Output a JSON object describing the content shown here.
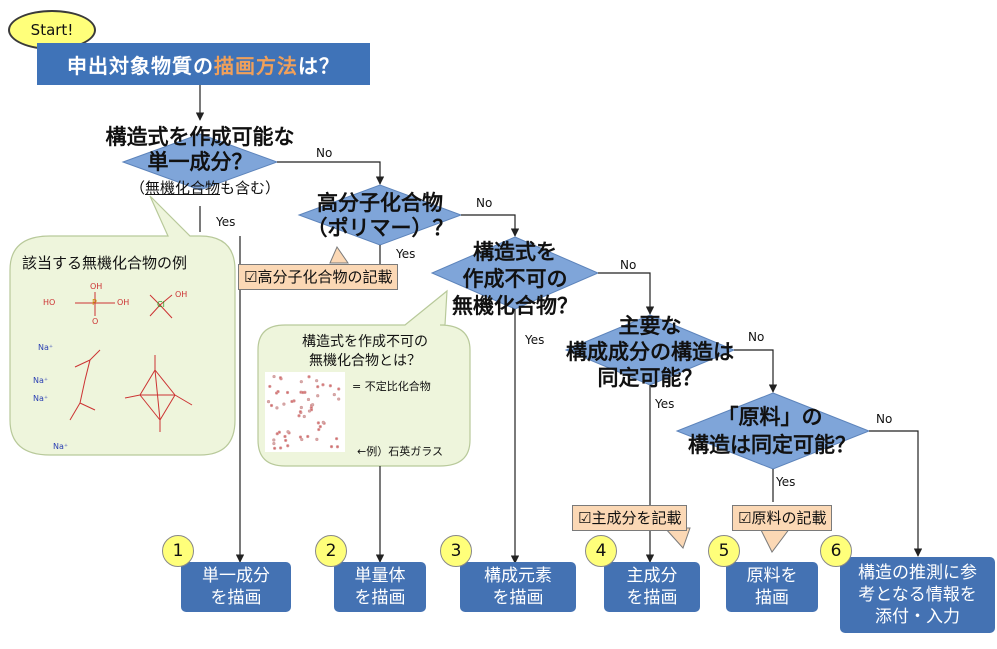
{
  "start_label": "Start!",
  "title": {
    "prefix": "申出対象物質の",
    "highlight": "描画方法",
    "suffix": "は？"
  },
  "q1": {
    "line1": "構造式を作成可能な",
    "line2": "単一成分？",
    "sub_open": "（",
    "sub_ul": "無機化合物",
    "sub_rest": "も含む）"
  },
  "q2": {
    "line1": "高分子化合物",
    "line2": "（ポリマー）？"
  },
  "q3": {
    "line1": "構造式を",
    "line2": "作成不可の",
    "line3": "無機化合物？"
  },
  "q4": {
    "line1": "主要な",
    "line2": "構成成分の構造は",
    "line3": "同定可能？"
  },
  "q5": {
    "line1": "「原料」の",
    "line2": "構造は同定可能？"
  },
  "labels": {
    "yes": "Yes",
    "no": "No"
  },
  "callout_inorganic": {
    "title": "該当する無機化合物の例",
    "ions": "Na⁺"
  },
  "callout_noncrystal": {
    "line1": "構造式を作成不可の",
    "line2": "無機化合物とは？",
    "note1": "= 不定比化合物",
    "note2": "←例）石英ガラス"
  },
  "notes": {
    "polymer": "☑高分子化合物の記載",
    "main": "☑主成分を記載",
    "raw": "☑原料の記載"
  },
  "results": [
    {
      "num": "1",
      "line1": "単一成分",
      "line2": "を描画"
    },
    {
      "num": "2",
      "line1": "単量体",
      "line2": "を描画"
    },
    {
      "num": "3",
      "line1": "構成元素",
      "line2": "を描画"
    },
    {
      "num": "4",
      "line1": "主成分",
      "line2": "を描画"
    },
    {
      "num": "5",
      "line1": "原料を",
      "line2": "描画"
    },
    {
      "num": "6",
      "line1": "構造の推測に参",
      "line2": "考となる情報を",
      "line3": "添付・入力"
    }
  ],
  "colors": {
    "title_bg": "#3f73b8",
    "highlight": "#f0a05a",
    "diamond": "#7fa5d9",
    "result": "#4472b3",
    "callout": "#eef5dc",
    "note": "#fbd8b5",
    "badge": "#ffff7a"
  }
}
